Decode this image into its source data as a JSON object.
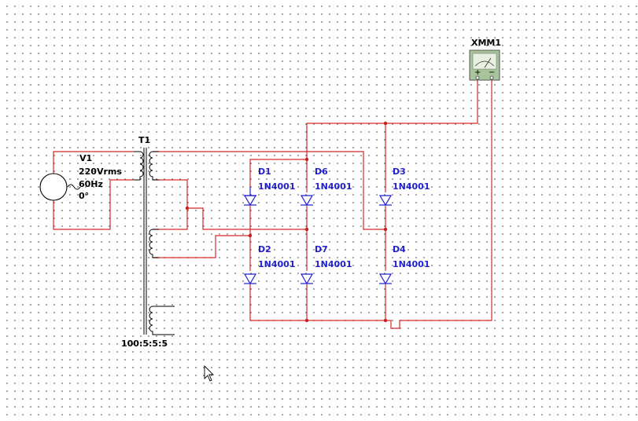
{
  "source": {
    "ref": "V1",
    "voltage": "220Vrms",
    "frequency": "60Hz",
    "phase": "0°"
  },
  "transformer": {
    "ref": "T1",
    "ratio": "100:5:5:5"
  },
  "meter": {
    "ref": "XMM1",
    "plus": "+",
    "minus": "−"
  },
  "diodes": [
    {
      "ref": "D1",
      "model": "1N4001"
    },
    {
      "ref": "D6",
      "model": "1N4001"
    },
    {
      "ref": "D3",
      "model": "1N4001"
    },
    {
      "ref": "D2",
      "model": "1N4001"
    },
    {
      "ref": "D7",
      "model": "1N4001"
    },
    {
      "ref": "D4",
      "model": "1N4001"
    }
  ],
  "colors": {
    "wire": "#d42a2a",
    "component": "#1f1fd1",
    "junction": "#c81e1e",
    "meter_body": "#a8c49a"
  }
}
